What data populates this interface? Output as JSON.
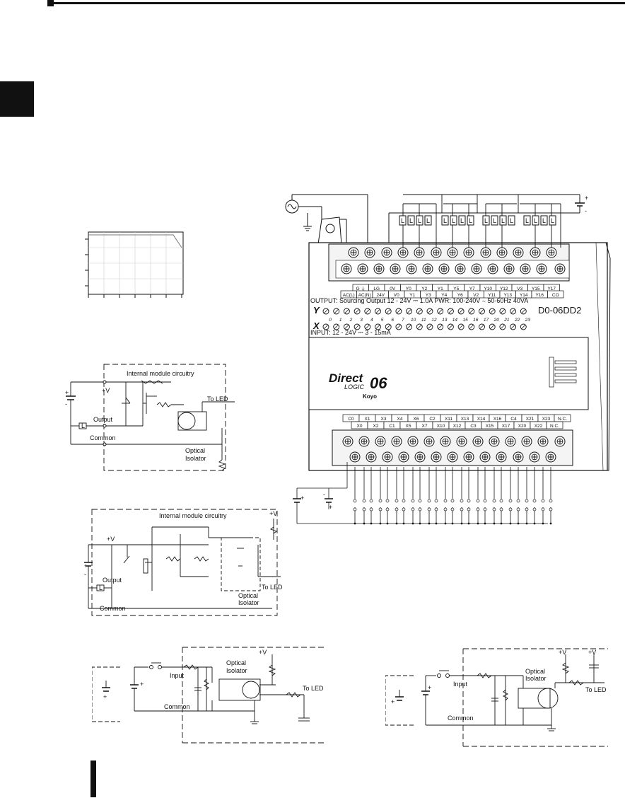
{
  "colors": {
    "ink": "#111111",
    "page": "#ffffff",
    "panel": "#f4f4f4"
  },
  "plc": {
    "model": "D0-06DD2",
    "logo_line1": "Direct",
    "logo_line2": "LOGIC",
    "logo_num": "06",
    "brand": "Koyo",
    "output_spec": "OUTPUT: Sourcing Output  12 - 24V ⎓  1.0A   PWR: 100-240V ∼  50-60Hz  40VA",
    "input_spec": "INPUT: 12 - 24V ⎓   3 - 15mA",
    "y_letter": "Y",
    "x_letter": "X",
    "led_numbers": [
      "0",
      "1",
      "2",
      "3",
      "4",
      "5",
      "6",
      "7",
      "10",
      "11",
      "12",
      "13",
      "14",
      "15",
      "16",
      "17",
      "20",
      "21",
      "22",
      "23"
    ],
    "top_row1": [
      "G ⏚",
      "LG",
      "0V",
      "Y0",
      "Y2",
      "Y1",
      "Y5",
      "Y7",
      "Y10",
      "Y12",
      "V3",
      "Y15",
      "Y17"
    ],
    "top_row2": [
      "AC(L)",
      "AC(N)",
      "24V",
      "V0",
      "Y1",
      "Y3",
      "Y4",
      "Y6",
      "V2",
      "Y11",
      "Y13",
      "Y14",
      "Y16",
      "CO"
    ],
    "bot_row1": [
      "C0",
      "X1",
      "X3",
      "X4",
      "X6",
      "C2",
      "X11",
      "X13",
      "X14",
      "X16",
      "C4",
      "X21",
      "X23",
      "N.C."
    ],
    "bot_row2": [
      "X0",
      "X2",
      "C1",
      "X5",
      "X7",
      "X10",
      "X12",
      "C3",
      "X15",
      "X17",
      "X20",
      "X22",
      "N.C."
    ],
    "load_label": "L",
    "plus": "+",
    "minus": "-"
  },
  "circuit_output_a": {
    "title": "Internal module circuitry",
    "pv": "+V",
    "output": "Output",
    "common": "Common",
    "to_led": "To LED",
    "optical": "Optical",
    "isolator": "Isolator",
    "load": "L"
  },
  "circuit_output_b": {
    "title": "Internal module circuitry",
    "pv": "+V",
    "pv2": "+V",
    "output": "Output",
    "common": "Common",
    "to_led": "To LED",
    "optical": "Optical",
    "isolator": "Isolator",
    "load": "L"
  },
  "circuit_input_a": {
    "input": "Input",
    "common": "Common",
    "optical": "Optical",
    "isolator": "Isolator",
    "pv": "+V",
    "to_led": "To LED"
  },
  "circuit_input_b": {
    "input": "Input",
    "common": "Common",
    "optical": "Optical",
    "isolator": "Isolator",
    "pv1": "+V",
    "pv2": "+V",
    "to_led": "To LED"
  }
}
